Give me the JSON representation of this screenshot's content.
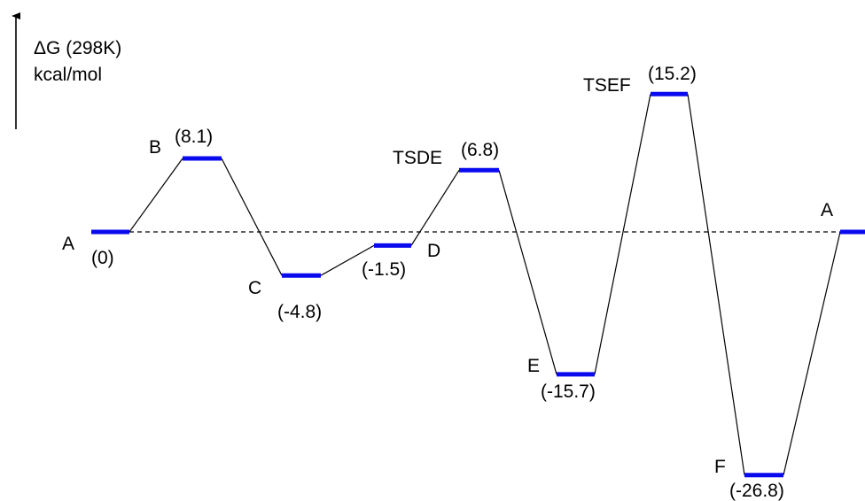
{
  "y_axis": {
    "label_line1": "ΔG (298K)",
    "label_line2": "kcal/mol"
  },
  "colors": {
    "level": "#0a0aee",
    "line": "#000000"
  },
  "levels": [
    {
      "name": "A",
      "value": 0,
      "value_label": "(0)"
    },
    {
      "name": "B",
      "value": 8.1,
      "value_label": "(8.1)"
    },
    {
      "name": "C",
      "value": -4.8,
      "value_label": "(-4.8)"
    },
    {
      "name": "D",
      "value": -1.5,
      "value_label": "(-1.5)"
    },
    {
      "name": "TSDE",
      "value": 6.8,
      "value_label": "(6.8)"
    },
    {
      "name": "E",
      "value": -15.7,
      "value_label": "(-15.7)"
    },
    {
      "name": "TSEF",
      "value": 15.2,
      "value_label": "(15.2)"
    },
    {
      "name": "F",
      "value": -26.8,
      "value_label": "(-26.8)"
    },
    {
      "name": "A",
      "value": 0,
      "value_label": ""
    }
  ]
}
